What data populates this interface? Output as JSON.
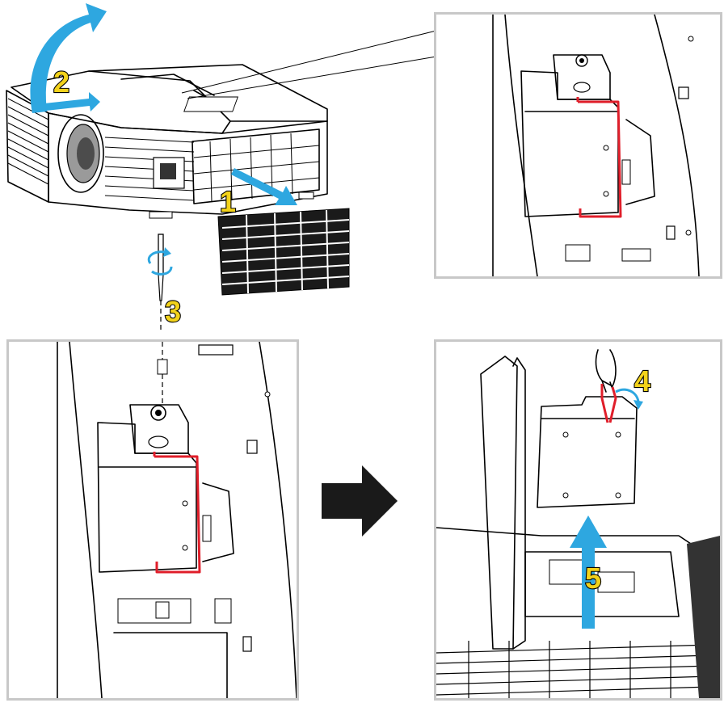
{
  "steps": {
    "one": "1",
    "two": "2",
    "three": "3",
    "four": "4",
    "five": "5"
  },
  "colors": {
    "step_fill": "#f2d21b",
    "arrow_blue": "#2ea7e0",
    "lamp_handle": "#e01e2a",
    "frame": "#c8c8c8",
    "next_arrow": "#1a1a1a"
  },
  "icons": {
    "rotate": "rotate-icon",
    "screwdriver": "screwdriver-icon",
    "next": "arrow-right-icon",
    "lift": "arrow-up-icon",
    "open": "curved-arrow-icon"
  }
}
